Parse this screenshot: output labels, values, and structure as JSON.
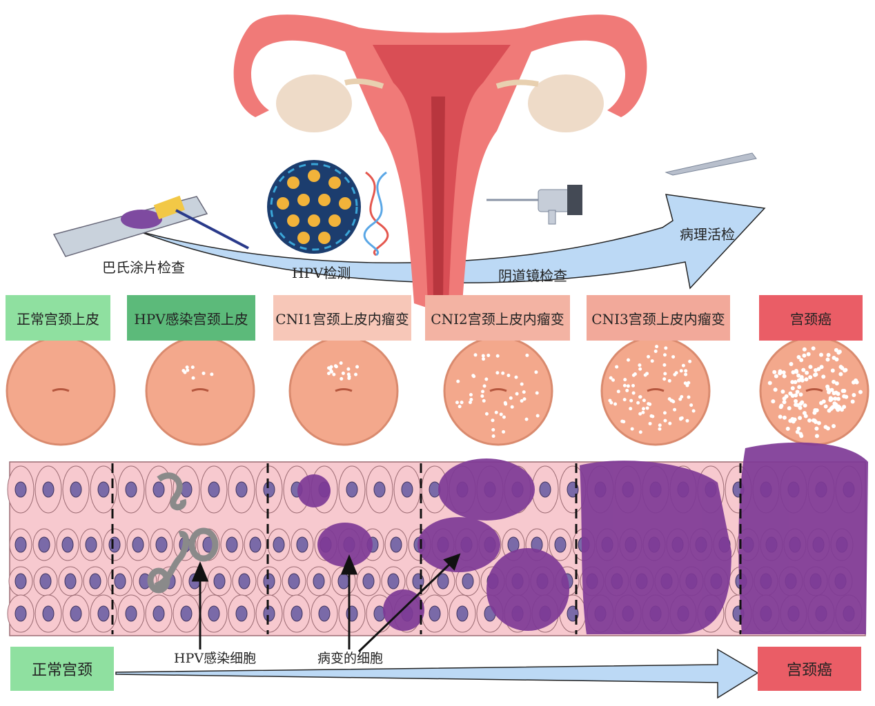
{
  "procedures": {
    "pap_smear": "巴氏涂片检查",
    "hpv_test": "HPV检测",
    "colposcopy": "阴道镜检查",
    "biopsy": "病理活检"
  },
  "stages": [
    {
      "label": "正常宫颈上皮",
      "color": "#8fe0a0"
    },
    {
      "label": "HPV感染宫颈上皮",
      "color": "#5cba7a"
    },
    {
      "label": "CNI1宫颈上皮内瘤变",
      "color": "#f7c7b8"
    },
    {
      "label": "CNI2宫颈上皮内瘤变",
      "color": "#f3b3a3"
    },
    {
      "label": "CNI3宫颈上皮内瘤变",
      "color": "#f2a99a"
    },
    {
      "label": "宫颈癌",
      "color": "#ea5d66"
    }
  ],
  "annotations": {
    "hpv_cells": "HPV感染细胞",
    "lesion_cells": "病变的细胞"
  },
  "progression": {
    "start": "正常宫颈",
    "end": "宫颈癌",
    "start_color": "#8fe0a0",
    "end_color": "#ea5d66"
  },
  "colors": {
    "arrow_fill": "#bcd9f5",
    "uterus": "#f07a78",
    "cervix_disc": "#f3a88c",
    "cell": "#f7c9cf",
    "nucleus": "#7a6aa8",
    "lesion": "#7e3a96"
  }
}
